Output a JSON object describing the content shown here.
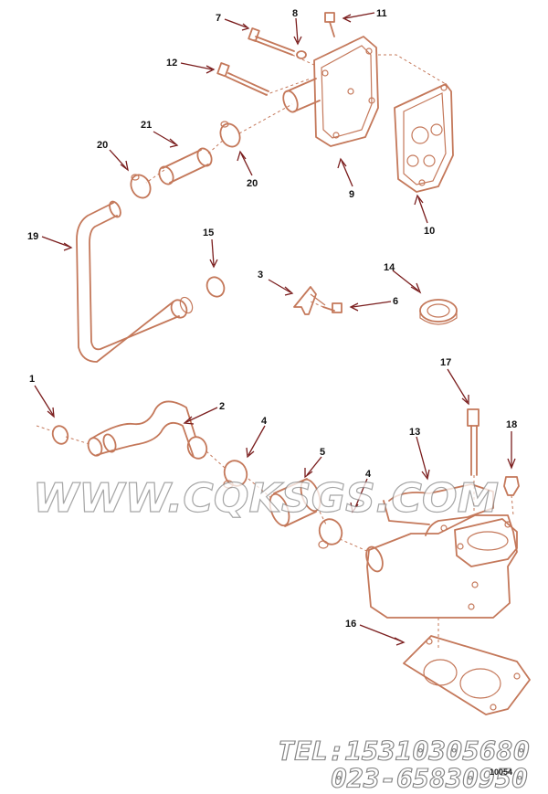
{
  "diagram": {
    "callouts": {
      "c7": "7",
      "c8": "8",
      "c11": "11",
      "c12": "12",
      "c21": "21",
      "c20a": "20",
      "c20b": "20",
      "c9": "9",
      "c10": "10",
      "c19": "19",
      "c15": "15",
      "c3": "3",
      "c6": "6",
      "c14": "14",
      "c1": "1",
      "c2": "2",
      "c4a": "4",
      "c5": "5",
      "c4b": "4",
      "c17": "17",
      "c13": "13",
      "c18": "18",
      "c16": "16"
    },
    "figure_id": "10054"
  },
  "watermark": {
    "site": "WWW.CQKSGS.COM",
    "tel": "TEL:15310305680",
    "phone": "023-65830950"
  },
  "colors": {
    "line": "#c4785a",
    "leader": "#7a1d1d",
    "text": "#111111"
  }
}
